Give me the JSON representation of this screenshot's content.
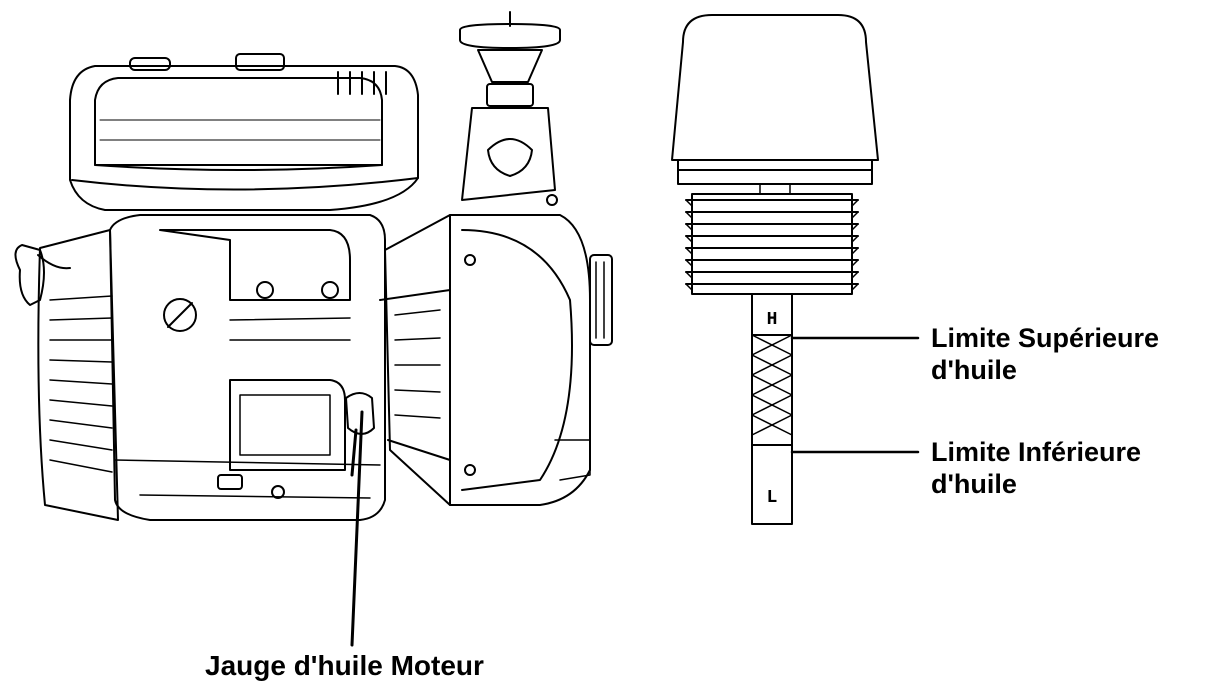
{
  "callouts": {
    "engine_dipstick": "Jauge d'huile Moteur",
    "upper_limit": {
      "line1": "Limite Supérieure",
      "line2": "d'huile"
    },
    "lower_limit": {
      "line1": "Limite Inférieure",
      "line2": "d'huile"
    }
  },
  "dipstick_marks": {
    "high": "H",
    "low": "L"
  }
}
